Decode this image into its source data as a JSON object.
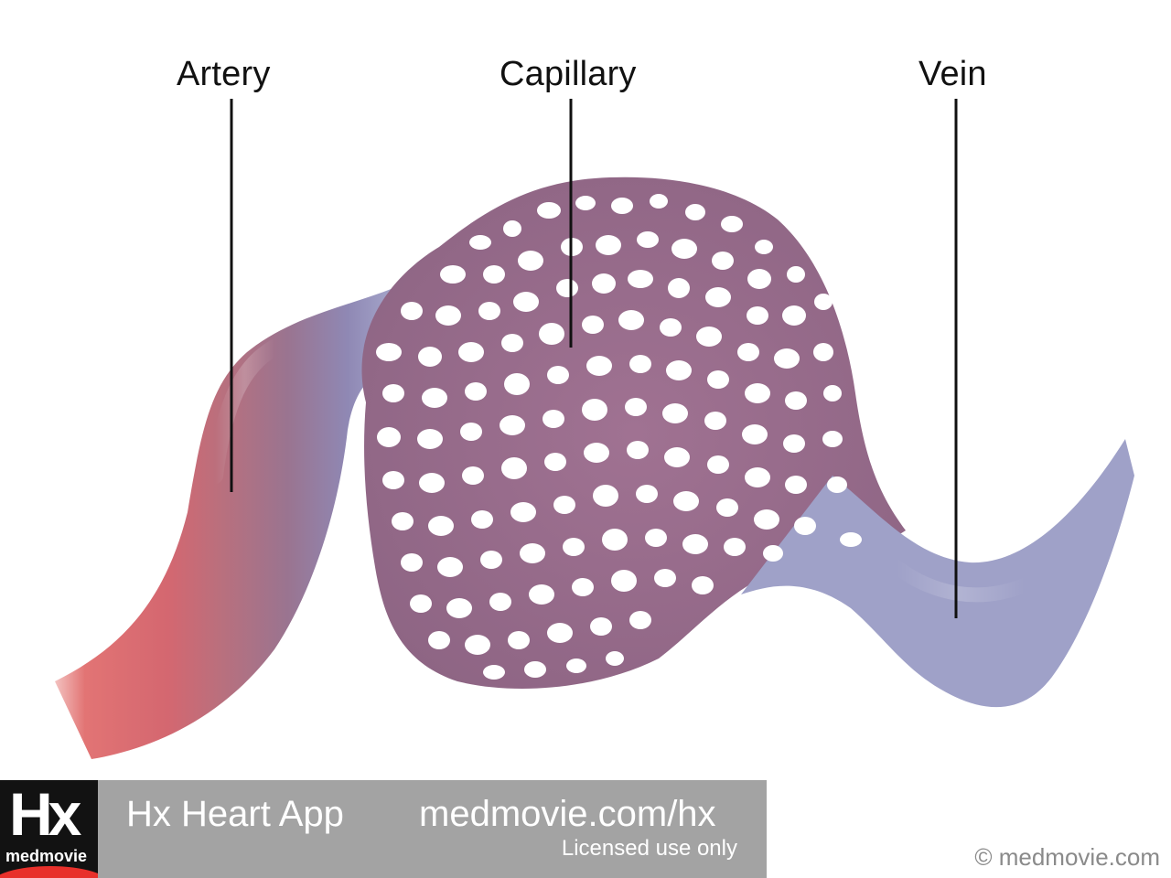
{
  "labels": {
    "artery": "Artery",
    "capillary": "Capillary",
    "vein": "Vein"
  },
  "footer": {
    "logo_mark": "Hx",
    "logo_sub": "medmovie",
    "app_name": "Hx Heart App",
    "url": "medmovie.com/hx",
    "license": "Licensed use only",
    "copyright": "© medmovie.com"
  },
  "colors": {
    "artery": "#e06a6a",
    "capillary_mid": "#9a6e8e",
    "vein": "#9a9cc4",
    "banner": "#a3a3a3",
    "logo_bg": "#121212",
    "logo_accent": "#e8302b"
  },
  "icons": {
    "logo": "medmovie-hx-logo"
  }
}
